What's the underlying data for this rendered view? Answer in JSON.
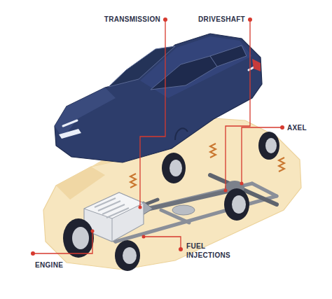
{
  "diagram": {
    "labels": [
      "TRANSMISSION",
      "DRIVESHAFT",
      "AXEL",
      "FUEL INJECTIONS",
      "ENGINE"
    ]
  }
}
